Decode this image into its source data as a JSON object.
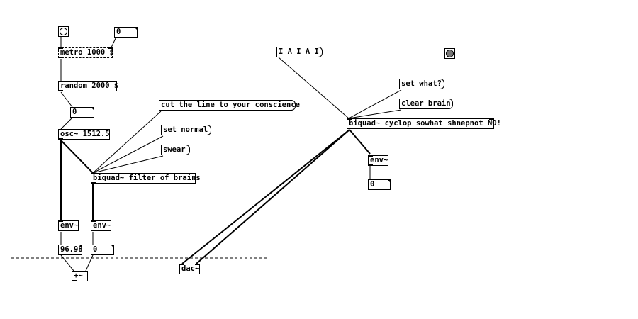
{
  "patch": {
    "metro_label": "metro 1000 $",
    "number_top_value": "0",
    "random_label": "random 2000 $",
    "number_random_value": "0",
    "osc_label": "osc~ 1512.5",
    "msg_cut_line": "cut the line to your conscience",
    "msg_set_normal": "set normal",
    "msg_swear": "swear",
    "biquad_brains_label": "biquad~ filter of brains",
    "env_left_label": "env~",
    "env_mid_label": "env~",
    "number_env_left_value": "96.98",
    "number_env_mid_value": "0",
    "plus_label": "+~",
    "dac_label": "dac~",
    "msg_iaiai": "I A I A I",
    "msg_set_what": "set what?",
    "msg_clear_brain": "clear brain",
    "biquad_cyclop_label": "biquad~ cyclop sowhat shnepnot NO!",
    "env_right_label": "env~",
    "number_env_right_value": "0"
  }
}
